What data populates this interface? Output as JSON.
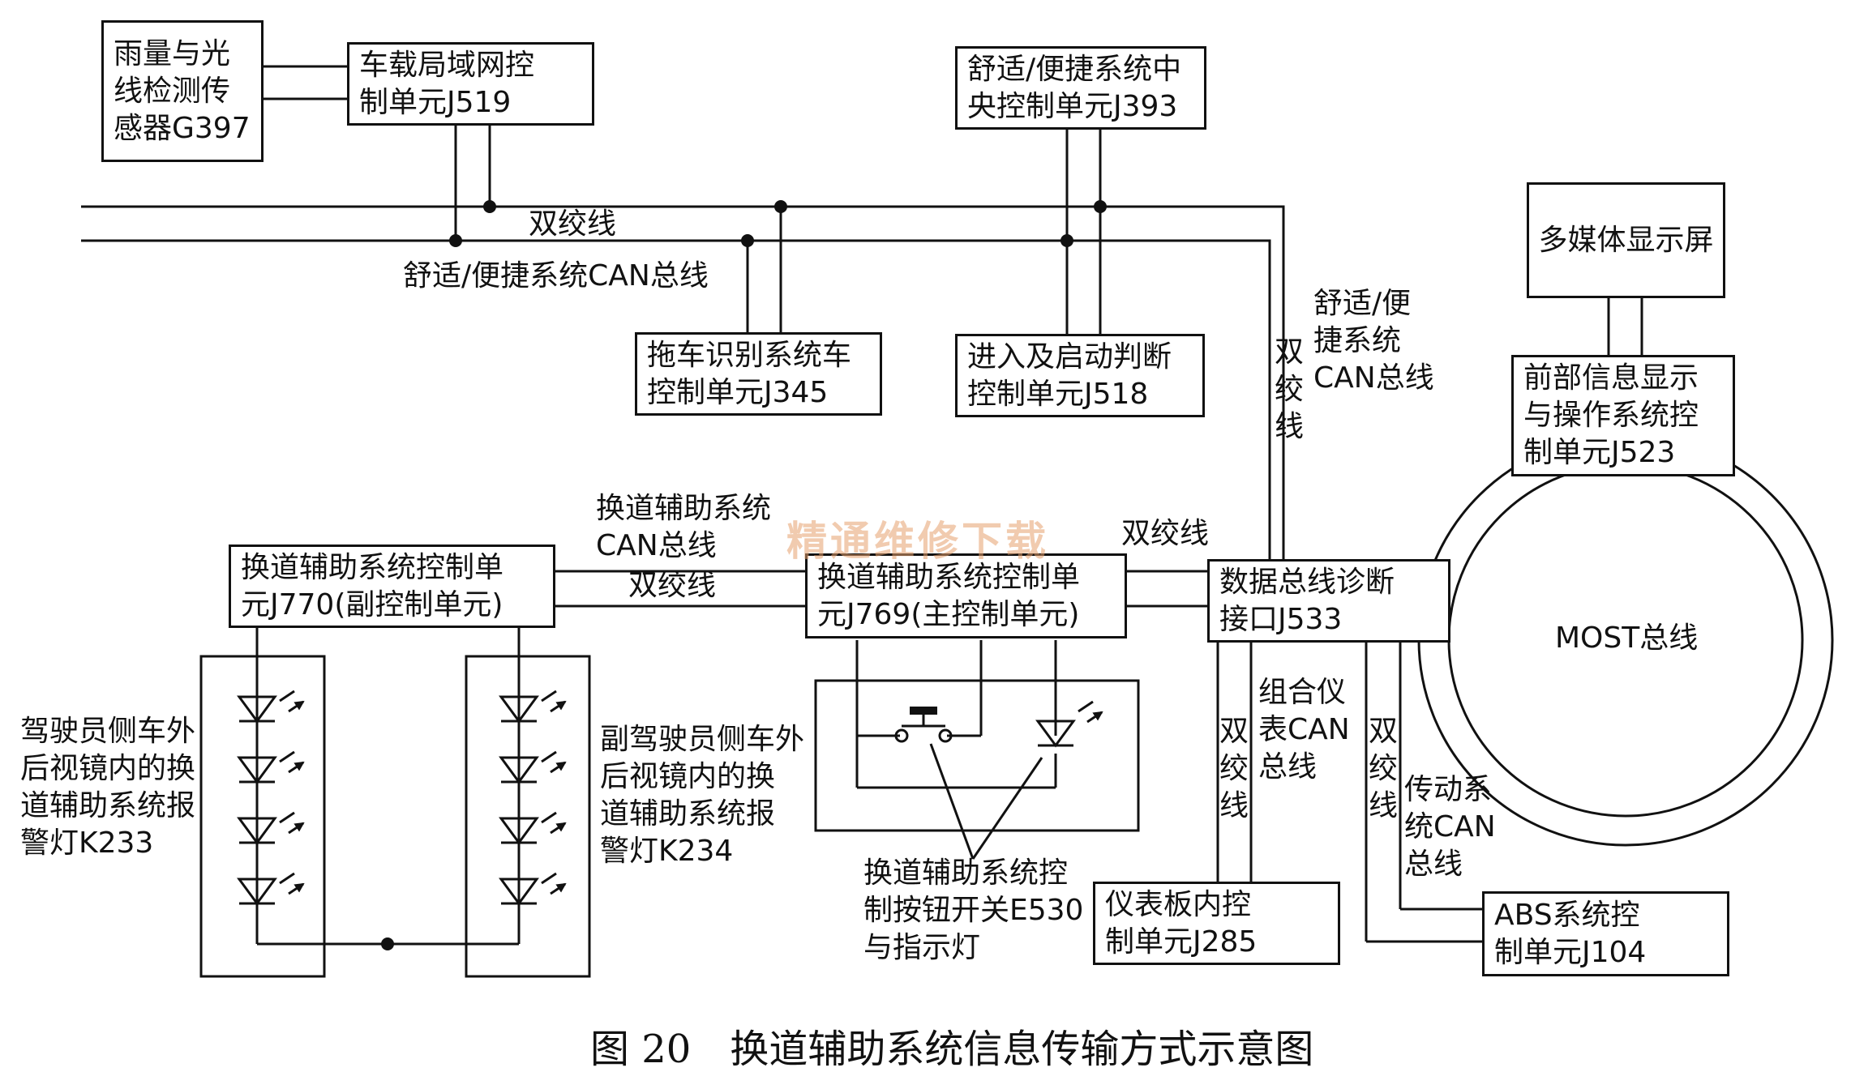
{
  "boxes": {
    "g397": [
      "雨量与光",
      "线检测传",
      "感器G397"
    ],
    "j519": [
      "车载局域网控",
      "制单元J519"
    ],
    "j393": [
      "舒适/便捷系统中",
      "央控制单元J393"
    ],
    "display": [
      "多媒体显示屏"
    ],
    "j345": [
      "拖车识别系统车",
      "控制单元J345"
    ],
    "j518": [
      "进入及启动判断",
      "控制单元J518"
    ],
    "j523": [
      "前部信息显示",
      "与操作系统控",
      "制单元J523"
    ],
    "j770": [
      "换道辅助系统控制单",
      "元J770(副控制单元)"
    ],
    "j769": [
      "换道辅助系统控制单",
      "元J769(主控制单元)"
    ],
    "j533": [
      "数据总线诊断",
      "接口J533"
    ],
    "j285": [
      "仪表板内控",
      "制单元J285"
    ],
    "j104": [
      "ABS系统控",
      "制单元J104"
    ]
  },
  "labels": {
    "twisted_pair_top": "双绞线",
    "comfort_can_bus": "舒适/便捷系统CAN总线",
    "comfort_can_right": [
      "舒适/便",
      "捷系统",
      "CAN总线"
    ],
    "twisted_pair_vertical": "双绞线",
    "lane_assist_can": [
      "换道辅助系统",
      "CAN总线"
    ],
    "twisted_pair_mid": "双绞线",
    "twisted_pair_j533": "双绞线",
    "most_bus": "MOST总线",
    "instrument_can": [
      "组合仪",
      "表CAN",
      "总线"
    ],
    "drivetrain_can": [
      "传动系",
      "统CAN",
      "总线"
    ],
    "driver_lamp": [
      "驾驶员侧车外",
      "后视镜内的换",
      "道辅助系统报",
      "警灯K233"
    ],
    "passenger_lamp": [
      "副驾驶员侧车外",
      "后视镜内的换",
      "道辅助系统报",
      "警灯K234"
    ],
    "switch_e530": [
      "换道辅助系统控",
      "制按钮开关E530",
      "与指示灯"
    ]
  },
  "watermark": "精通维修下载",
  "caption": "图 20　换道辅助系统信息传输方式示意图"
}
